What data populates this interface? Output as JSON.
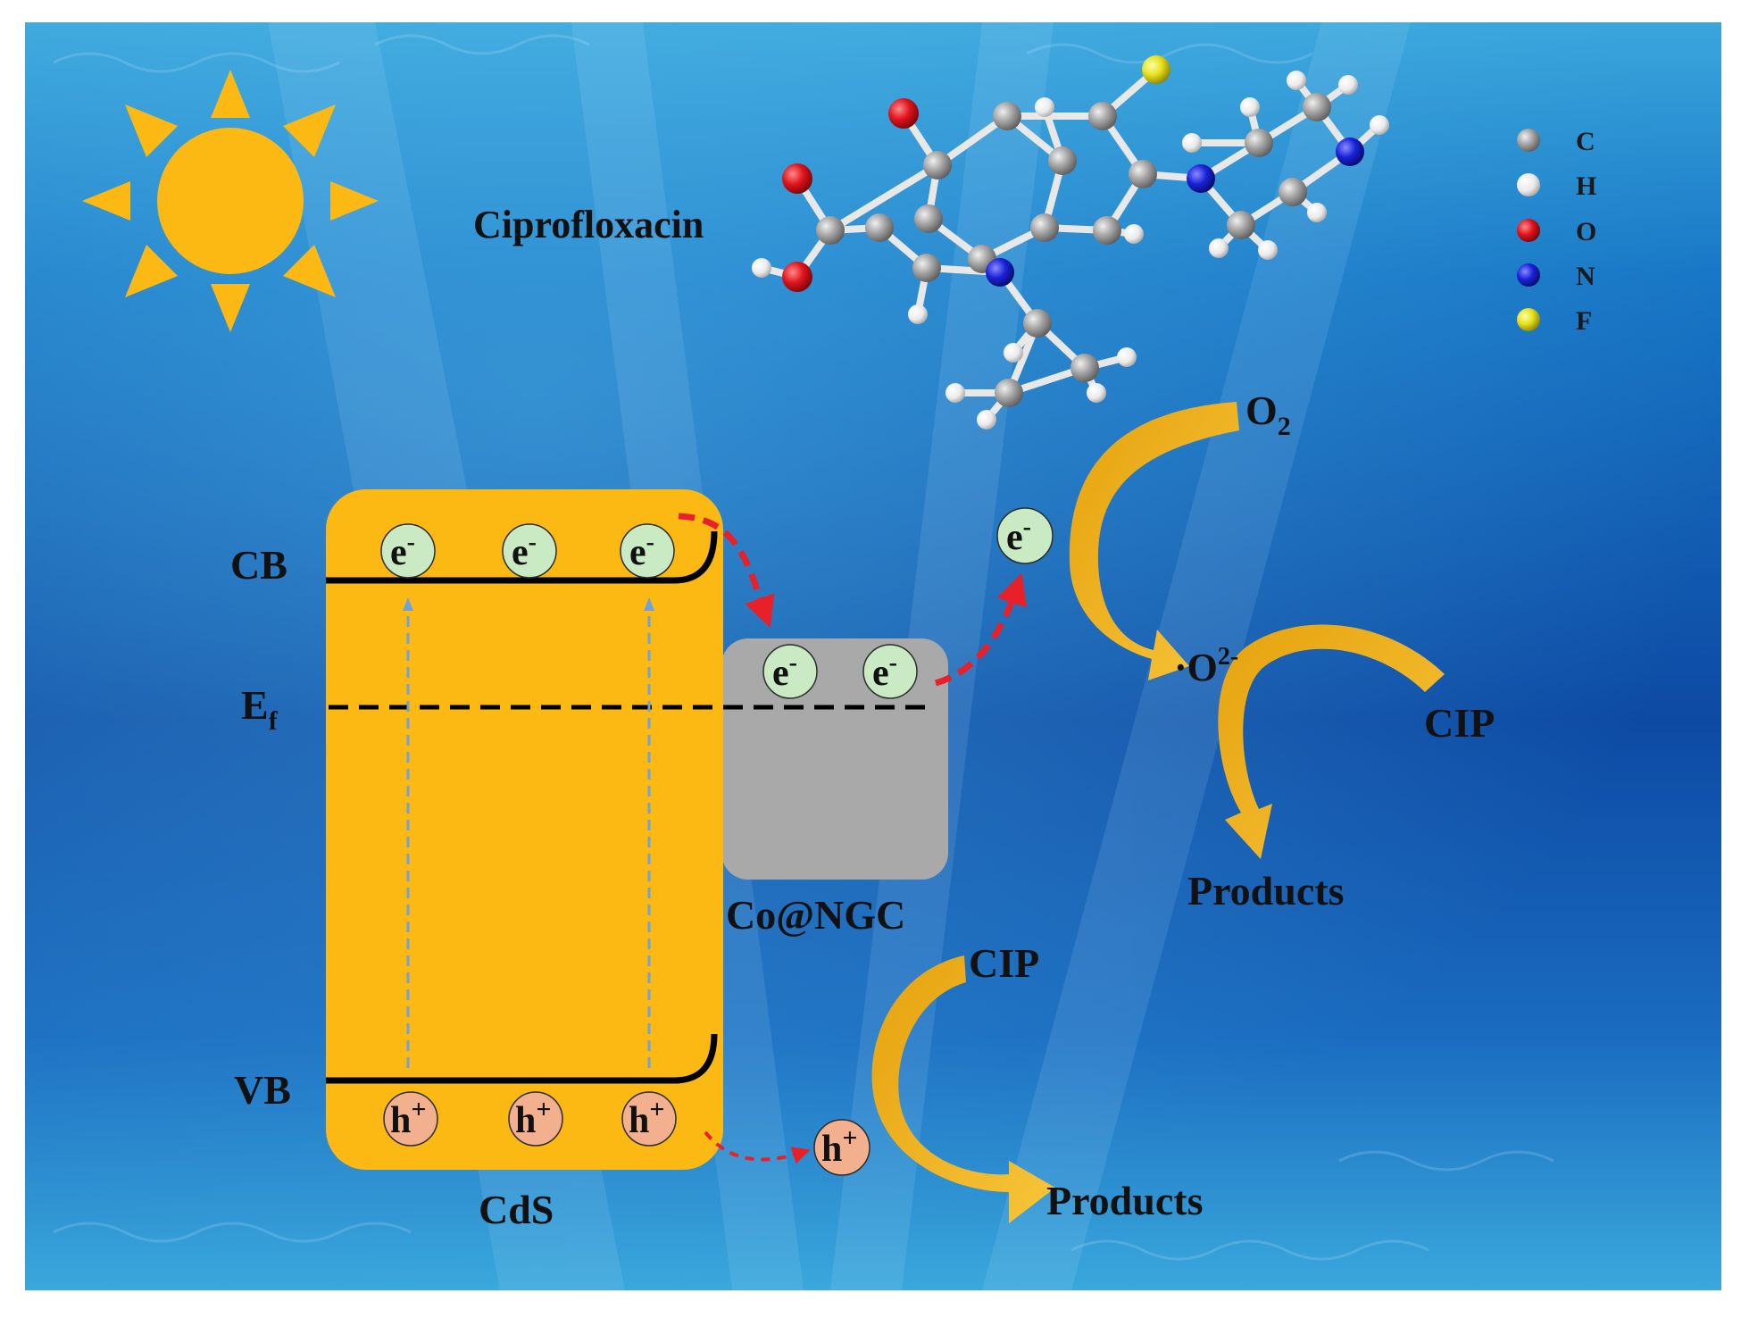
{
  "molecule": {
    "name": "Ciprofloxacin"
  },
  "legend": [
    {
      "symbol": "C",
      "color": "#9a9a9a"
    },
    {
      "symbol": "H",
      "color": "#f4f4f4"
    },
    {
      "symbol": "O",
      "color": "#e0141c"
    },
    {
      "symbol": "N",
      "color": "#1a22d8"
    },
    {
      "symbol": "F",
      "color": "#e6e01c"
    }
  ],
  "bands": {
    "cb": "CB",
    "ef_main": "E",
    "ef_sub": "f",
    "vb": "VB"
  },
  "materials": {
    "cds": "CdS",
    "co_ngc": "Co@NGC"
  },
  "charges": {
    "electron_main": "e",
    "electron_sup": "-",
    "hole_main": "h",
    "hole_sup": "+"
  },
  "species": {
    "o2_main": "O",
    "o2_sub": "2",
    "radical_main": "·O",
    "radical_sup": "2-",
    "cip_upper": "CIP",
    "cip_lower": "CIP",
    "products_upper": "Products",
    "products_lower": "Products"
  },
  "colors": {
    "cds_fill": "#fdb913",
    "co_ngc_fill": "#a9a9a9",
    "electron_fill": "#c9eac3",
    "hole_fill": "#f3b08f",
    "arrow_gold": "#f1b31a",
    "transfer_red": "#e8202a",
    "excitation_blue": "#6fa2dc",
    "sun": "#fdb913"
  }
}
